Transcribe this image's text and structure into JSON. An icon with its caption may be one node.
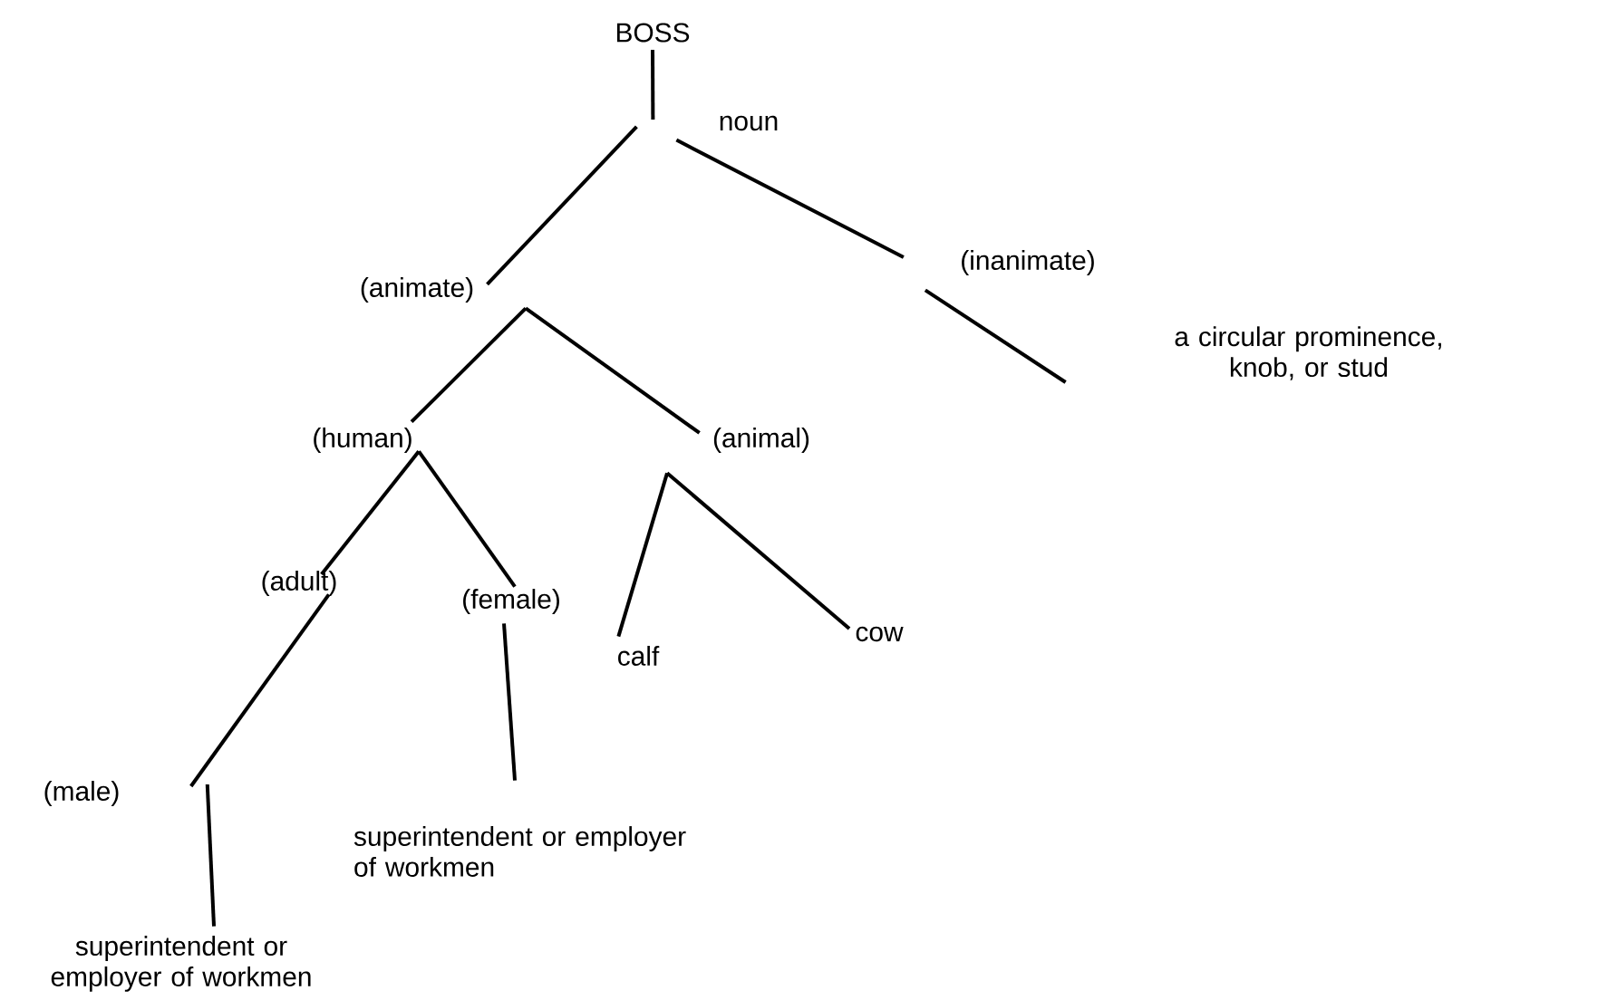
{
  "diagram": {
    "nodes": [
      {
        "text": [
          "BOSS"
        ]
      },
      {
        "text": [
          "noun"
        ]
      },
      {
        "text": [
          "(animate)"
        ]
      },
      {
        "text": [
          "(inanimate)"
        ]
      },
      {
        "text": [
          "a circular prominence, knob, or stud"
        ]
      },
      {
        "text": [
          "(human)"
        ]
      },
      {
        "text": [
          "(animal)"
        ]
      },
      {
        "text": [
          "(adult)"
        ]
      },
      {
        "text": [
          "(female)"
        ]
      },
      {
        "text": [
          "calf"
        ]
      },
      {
        "text": [
          "cow"
        ]
      },
      {
        "text": [
          "(male)"
        ]
      },
      {
        "text": [
          "superintendent or employer of workmen"
        ]
      },
      {
        "text": [
          "superintendent or employer of workmen"
        ]
      }
    ],
    "edges": [
      {
        "from": 0,
        "to": 1,
        "arrow": "none"
      },
      {
        "from": 1,
        "to": 2,
        "arrow": "none"
      },
      {
        "from": 1,
        "to": 3,
        "arrow": "none"
      },
      {
        "from": 3,
        "to": 4,
        "arrow": "none"
      },
      {
        "from": 2,
        "to": 5,
        "arrow": "none"
      },
      {
        "from": 2,
        "to": 6,
        "arrow": "none"
      },
      {
        "from": 5,
        "to": 7,
        "arrow": "none"
      },
      {
        "from": 5,
        "to": 8,
        "arrow": "none"
      },
      {
        "from": 6,
        "to": 9,
        "arrow": "none"
      },
      {
        "from": 6,
        "to": 10,
        "arrow": "none"
      },
      {
        "from": 7,
        "to": 11,
        "arrow": "none"
      },
      {
        "from": 8,
        "to": 12,
        "arrow": "none"
      },
      {
        "from": 11,
        "to": 13,
        "arrow": "none"
      }
    ]
  }
}
